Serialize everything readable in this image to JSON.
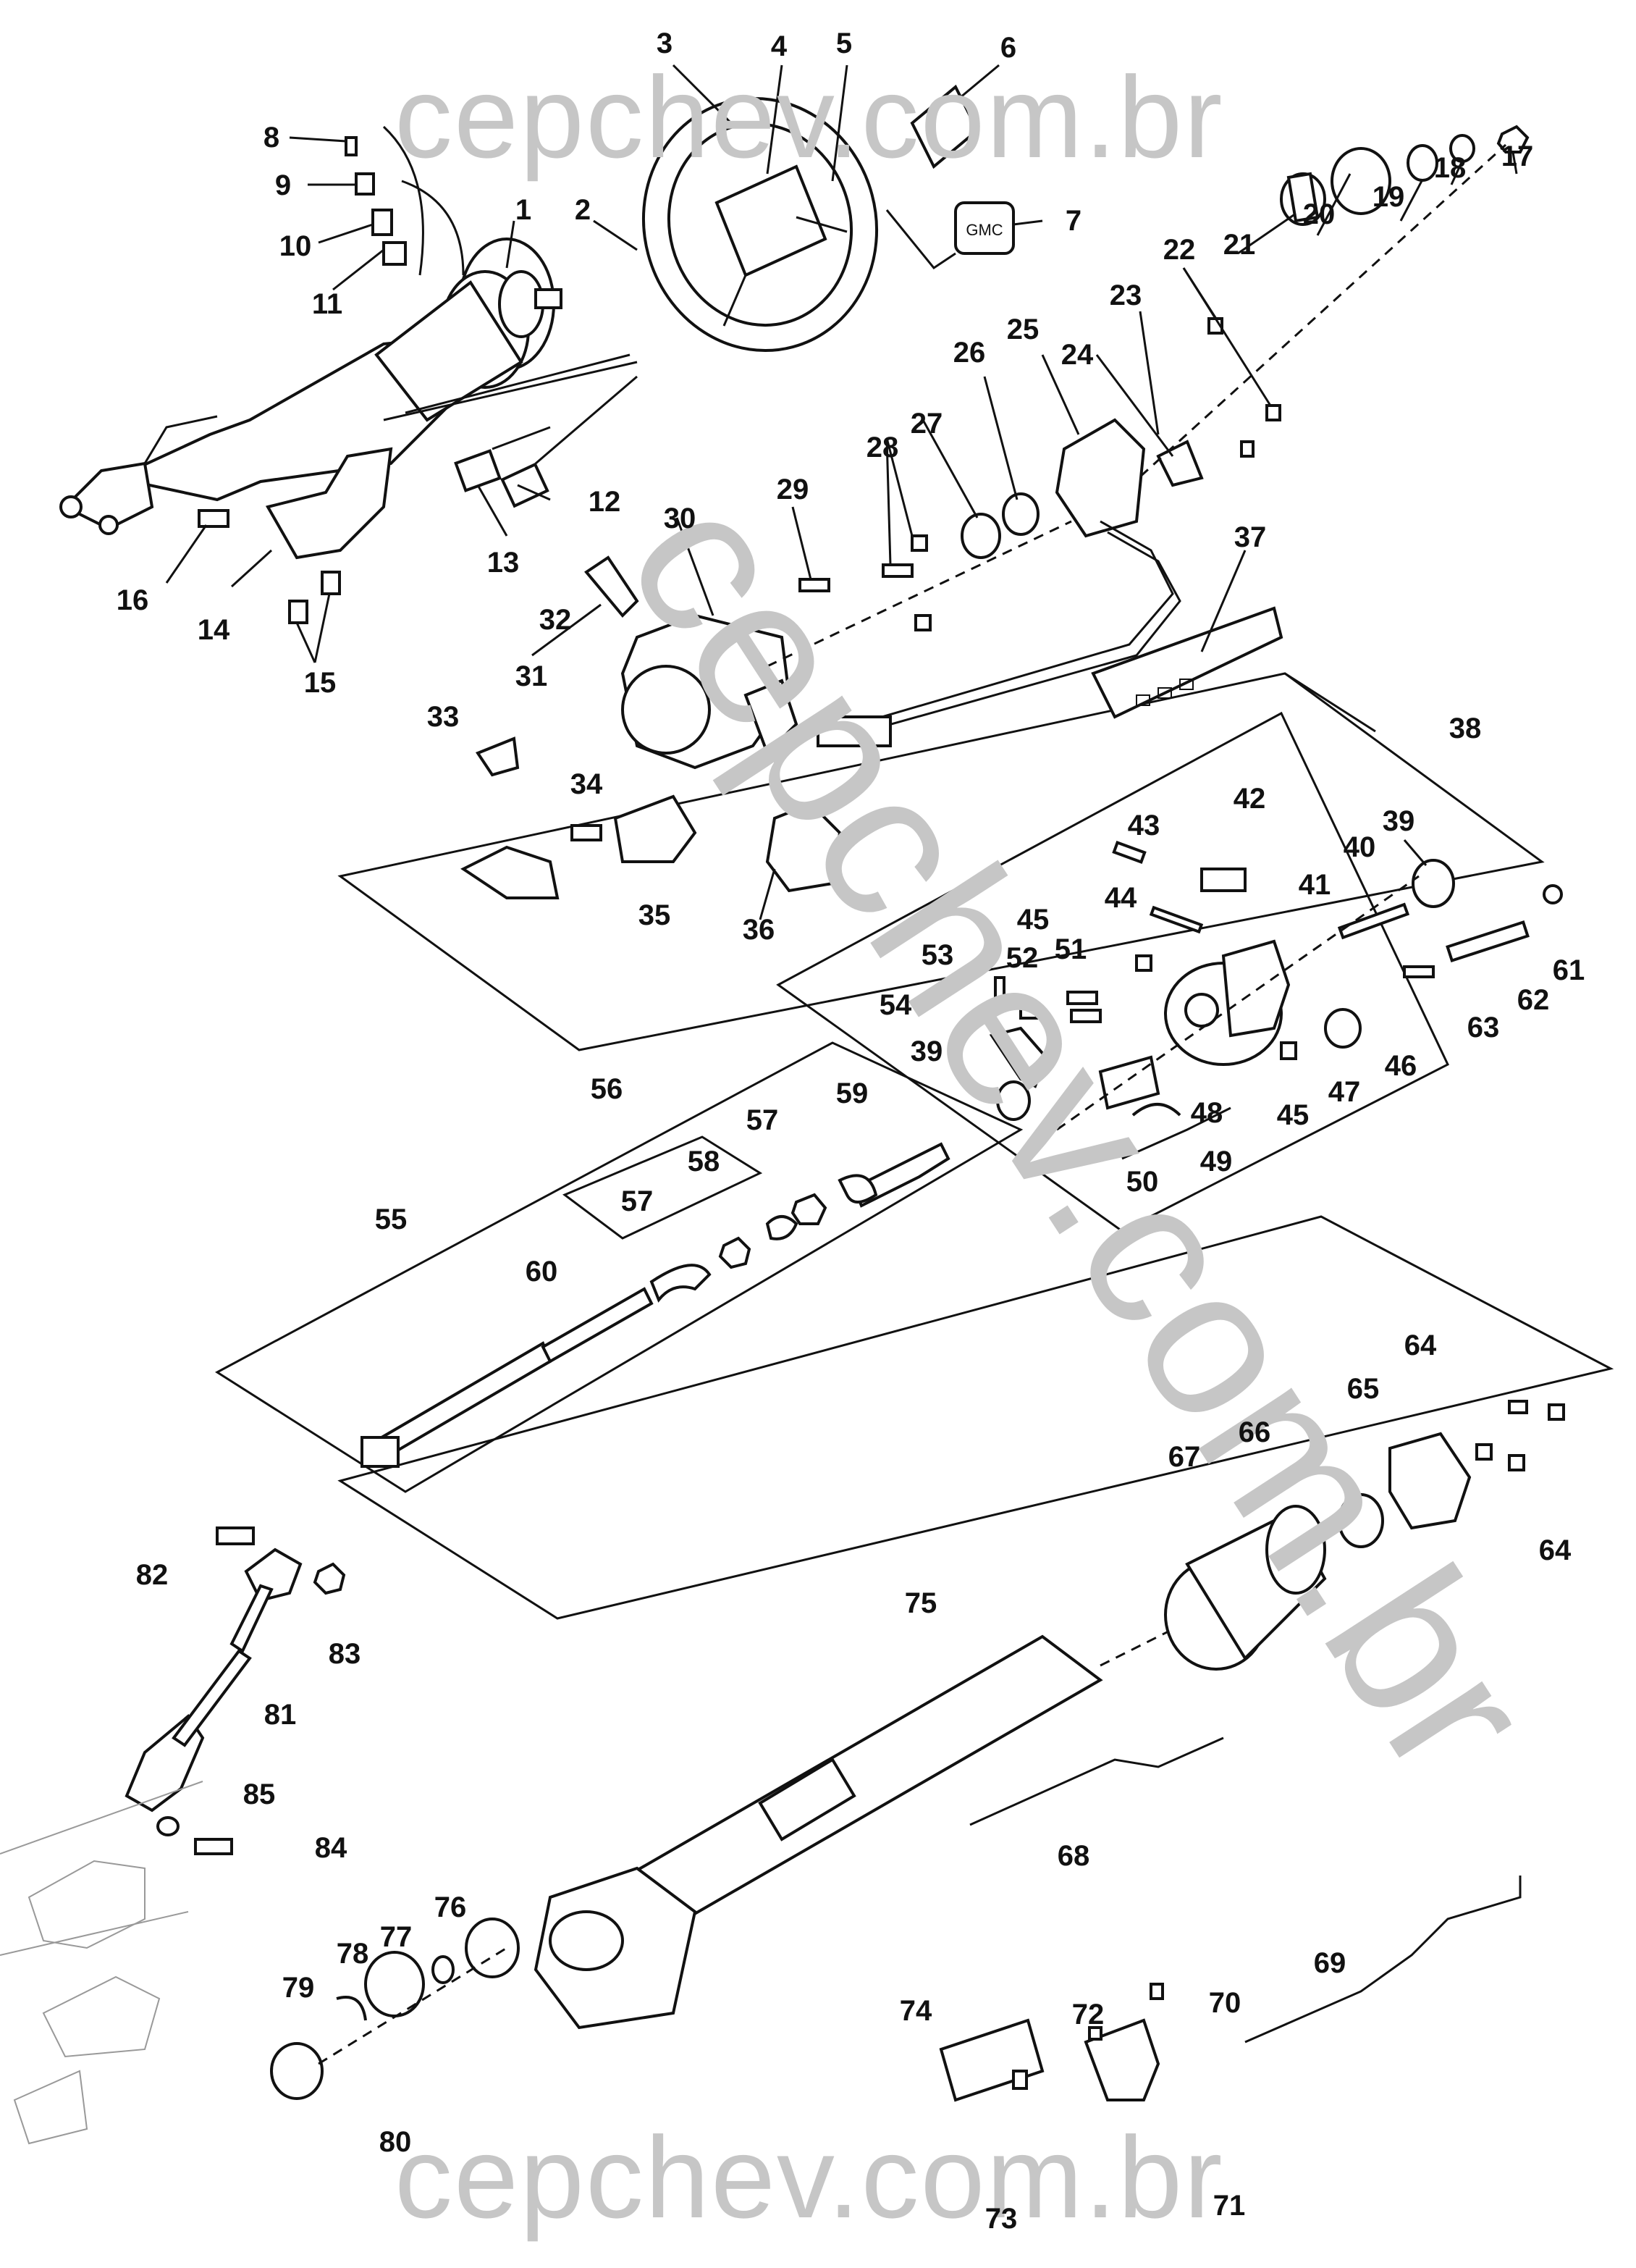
{
  "watermark": {
    "top": "cepchev.com.br",
    "bottom": "cepchev.com.br",
    "diagonal": "cepchev.com.br"
  },
  "callouts": [
    "1",
    "2",
    "3",
    "4",
    "5",
    "6",
    "7",
    "8",
    "9",
    "10",
    "11",
    "12",
    "13",
    "14",
    "15",
    "16",
    "17",
    "18",
    "19",
    "20",
    "21",
    "22",
    "23",
    "24",
    "25",
    "26",
    "27",
    "28",
    "29",
    "30",
    "31",
    "32",
    "33",
    "34",
    "35",
    "36",
    "37",
    "38",
    "39",
    "39",
    "40",
    "41",
    "42",
    "43",
    "44",
    "45",
    "45",
    "46",
    "47",
    "48",
    "49",
    "50",
    "51",
    "52",
    "53",
    "54",
    "55",
    "56",
    "57",
    "57",
    "58",
    "59",
    "60",
    "61",
    "62",
    "63",
    "64",
    "64",
    "65",
    "66",
    "67",
    "68",
    "69",
    "70",
    "71",
    "72",
    "73",
    "74",
    "75",
    "76",
    "77",
    "78",
    "79",
    "80",
    "81",
    "82",
    "83",
    "84",
    "85"
  ],
  "badge": {
    "text": "GMC"
  },
  "colors": {
    "ink": "#111111",
    "watermark": "#c6c6c6",
    "background": "#ffffff"
  }
}
